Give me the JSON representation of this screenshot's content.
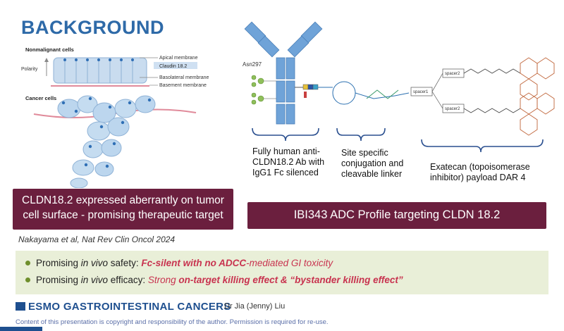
{
  "title": "BACKGROUND",
  "left_figure": {
    "nonmalignant_label": "Nonmalignant cells",
    "polarity_label": "Polarity",
    "apical_label": "Apical membrane",
    "claudin_label": "Claudin 18.2",
    "basolateral_label": "Basolateral membrane",
    "basement_label": "Basement membrane",
    "cancer_label": "Cancer cells"
  },
  "right_figure": {
    "asn_label": "Asn297",
    "spacer1": "spacer1",
    "spacer2a": "spacer2",
    "spacer2b": "spacer2"
  },
  "captions": {
    "antibody": "Fully human anti-CLDN18.2 Ab with IgG1 Fc silenced",
    "linker": "Site specific conjugation and cleavable linker",
    "payload": "Exatecan (topoisomerase inhibitor) payload DAR 4"
  },
  "box_left": "CLDN18.2 expressed aberrantly on tumor cell surface - promising therapeutic target",
  "box_right": "IBI343 ADC Profile targeting CLDN 18.2",
  "citation": "Nakayama et al, Nat Rev Clin Oncol 2024",
  "bullets": {
    "b1_prefix": "Promising ",
    "b1_italic": "in vivo",
    "b1_mid": " safety: ",
    "b1_em1": "Fc-silent with no ",
    "b1_em2": "ADCC",
    "b1_em3": "-mediated GI toxicity",
    "b2_prefix": "Promising ",
    "b2_italic": "in vivo",
    "b2_mid": " efficacy: ",
    "b2_em1": "Strong ",
    "b2_em2": "on-target killing effect & “bystander killing effect”"
  },
  "footer": {
    "logo": "ESMO GASTROINTESTINAL CANCERS",
    "presenter": "Dr Jia (Jenny) Liu",
    "copyright": "Content of this presentation is copyright and responsibility of the author. Permission is required for re-use."
  },
  "colors": {
    "title": "#2e6aa8",
    "box": "#6b1f3e",
    "bullet_bg": "#e9efd8",
    "accent_red": "#c8334f"
  }
}
